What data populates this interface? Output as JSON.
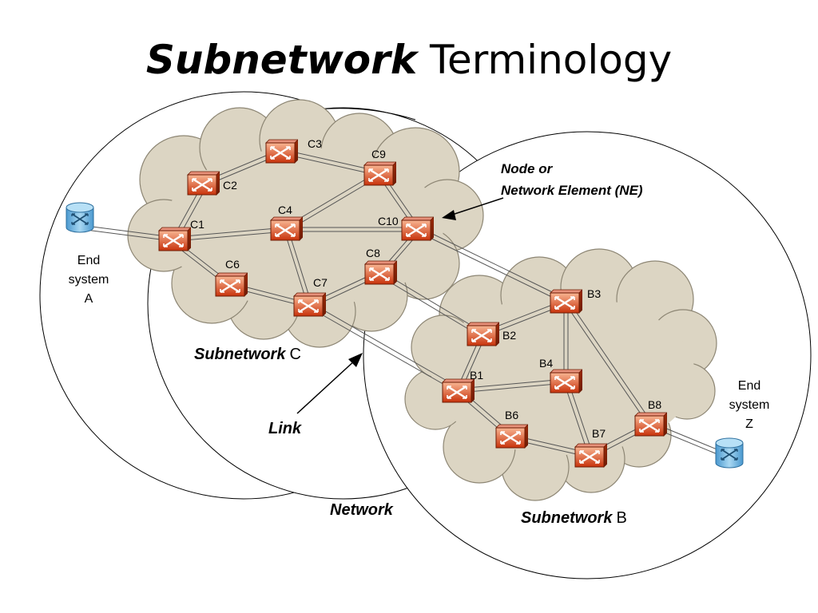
{
  "title": {
    "italic": "Subnetwork",
    "rest": "Terminology"
  },
  "labels": {
    "network": "Network",
    "subnetwork_c_italic": "Subnetwork",
    "subnetwork_c_letter": "C",
    "subnetwork_b_italic": "Subnetwork",
    "subnetwork_b_letter": "B",
    "link": "Link",
    "node_line1": "Node or",
    "node_line2": "Network Element (NE)"
  },
  "end_systems": {
    "a": [
      "End",
      "system",
      "A"
    ],
    "z": [
      "End",
      "system",
      "Z"
    ]
  },
  "nodes": [
    "C1",
    "C2",
    "C3",
    "C4",
    "C6",
    "C7",
    "C8",
    "C9",
    "C10",
    "B1",
    "B2",
    "B3",
    "B4",
    "B6",
    "B7",
    "B8"
  ],
  "colors": {
    "cloud_fill": "#dcd5c3",
    "cloud_stroke": "#8d8674",
    "switch_top": "#f7b08f",
    "switch_bottom": "#c8330c",
    "end_system": "#6fb5e0",
    "link": "#555555"
  }
}
